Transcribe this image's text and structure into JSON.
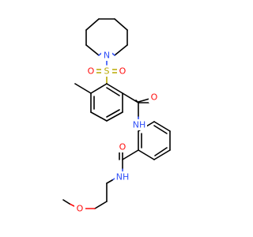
{
  "colors": {
    "background": "#FFFFFF",
    "bond": "#000000",
    "nitrogen": "#3050F8",
    "oxygen": "#FF0D0D",
    "sulfur": "#B8A800"
  },
  "labels": {
    "azepane_n": "N",
    "sulfonyl_s": "S",
    "sulfonyl_o_left": "O",
    "sulfonyl_o_right": "O",
    "amide1_o": "O",
    "amide1_nh": "NH",
    "amide2_o": "O",
    "amide2_nh": "NH",
    "methoxy_o": "O"
  }
}
